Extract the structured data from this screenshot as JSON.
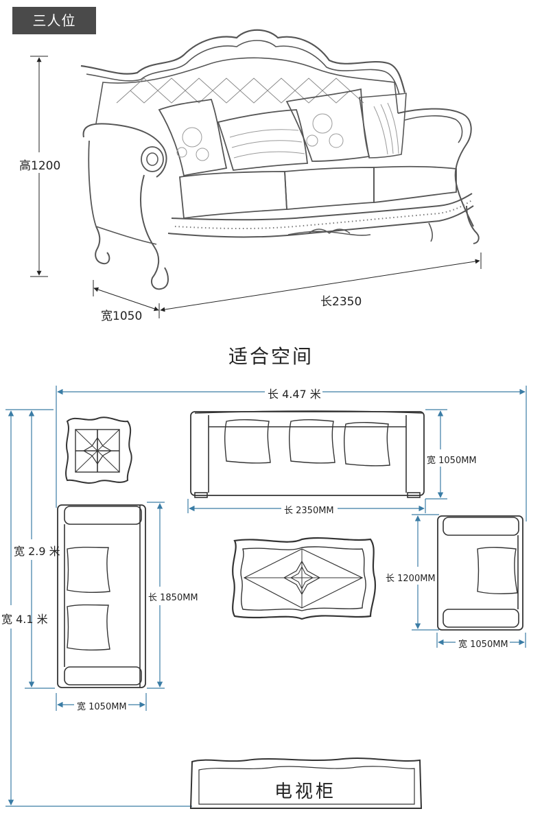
{
  "badge": {
    "label": "三人位"
  },
  "sofa_view": {
    "height_label": "高1200",
    "depth_label": "宽1050",
    "length_label": "长2350"
  },
  "layout": {
    "title": "适合空间",
    "total_length": "长 4.47 米",
    "inner_width": "宽 2.9 米",
    "total_width": "宽 4.1 米",
    "main_sofa_depth": "宽 1050MM",
    "main_sofa_length": "长 2350MM",
    "left_sofa_length": "长 1850MM",
    "left_sofa_depth": "宽 1050MM",
    "table_length": "长 1200MM",
    "chair_depth": "宽 1050MM",
    "tv_cabinet": "电视柜"
  },
  "colors": {
    "dimension_line": "#3a7ca5",
    "badge_bg": "#4a4a4a",
    "sketch": "#555555"
  }
}
